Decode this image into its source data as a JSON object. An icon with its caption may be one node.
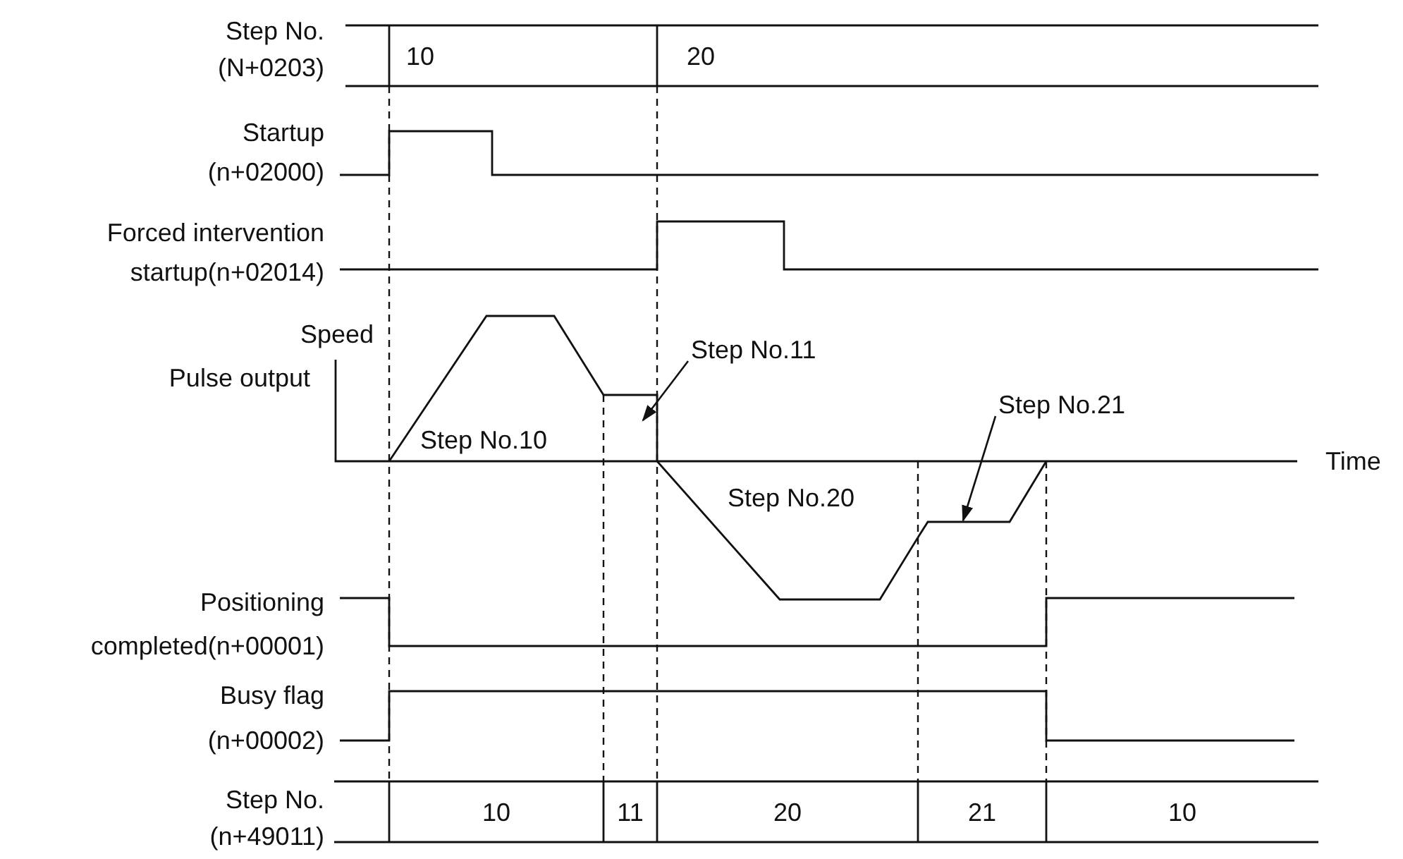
{
  "diagram": {
    "nodes": [
      {
        "text": [
          "Step No.11"
        ]
      },
      {
        "text": [
          "Step No.21"
        ]
      },
      {
        "text": [],
        "shape": "line"
      }
    ],
    "edges": [
      {
        "from": 0,
        "to": null,
        "arrow": "to"
      },
      {
        "from": 1,
        "to": 2,
        "arrow": "to"
      }
    ],
    "labels": [
      "Step No. (N+0203)",
      "10",
      "20",
      "Startup (n+02000)",
      "Forced intervention startup(n+02014)",
      "Speed",
      "Pulse output",
      "Step No.10",
      "Time",
      "Step No.20",
      "Positioning completed(n+00001)",
      "Busy flag (n+00002)",
      "Step No. (n+49011)",
      "10",
      "11",
      "20",
      "21",
      "10"
    ]
  }
}
